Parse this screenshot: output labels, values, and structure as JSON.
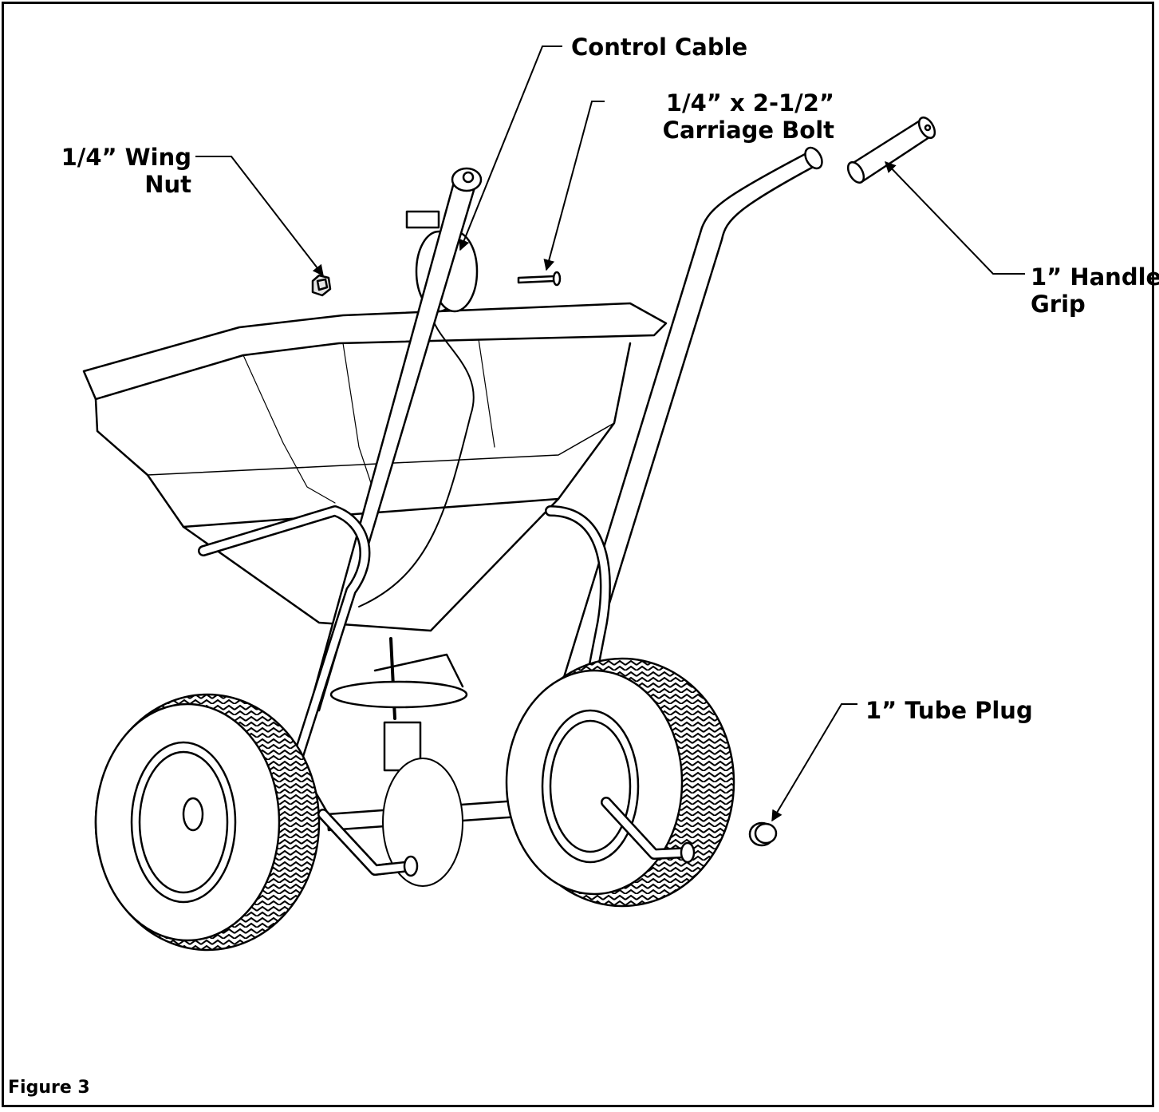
{
  "figure_label": "Figure 3",
  "callouts": {
    "wing_nut": {
      "line1": "1/4” Wing",
      "line2": "Nut"
    },
    "control_cable": {
      "line1": "Control Cable"
    },
    "carriage_bolt": {
      "line1": "1/4” x 2-1/2”",
      "line2": "Carriage Bolt"
    },
    "handle_grip": {
      "line1": "1” Handle",
      "line2": "Grip"
    },
    "tube_plug": {
      "line1": "1” Tube Plug"
    }
  },
  "colors": {
    "ink": "#000000",
    "paper": "#ffffff",
    "fill_gray": "#e6e6e6"
  }
}
